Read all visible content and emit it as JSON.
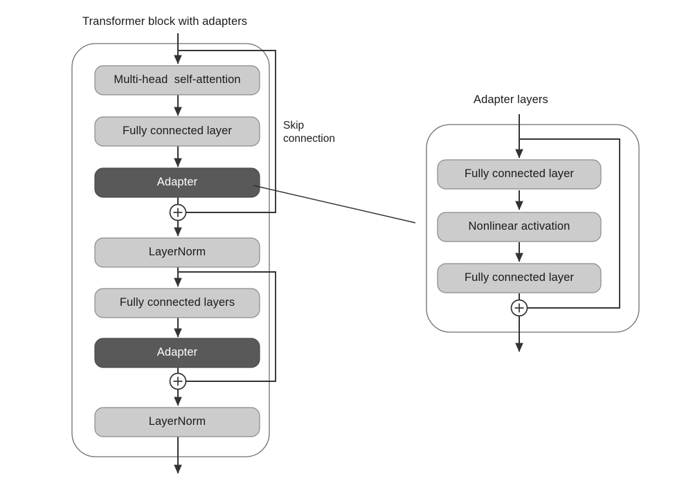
{
  "figure": {
    "type": "diagram",
    "title_left": "Transformer block with adapters",
    "title_right": "Adapter layers",
    "annotations": {
      "skip_connection_line1": "Skip",
      "skip_connection_line2": "connection"
    },
    "colors": {
      "light_block": "#cccccc",
      "dark_block": "#595959",
      "block_stroke": "#8a8a8a",
      "container_stroke": "#6e6e6e",
      "arrow": "#333333",
      "text_dark": "#1a1a1a",
      "text_light": "#ffffff",
      "background": "#ffffff"
    }
  },
  "transformer_block": {
    "caption": "Transformer block with adapters",
    "nodes": [
      {
        "id": "mhsa",
        "label": "Multi-head  self-attention",
        "style": "light"
      },
      {
        "id": "fc1",
        "label": "Fully connected layer",
        "style": "light"
      },
      {
        "id": "adapter1",
        "label": "Adapter",
        "style": "dark"
      },
      {
        "id": "add1",
        "label": "+",
        "style": "plus"
      },
      {
        "id": "ln1",
        "label": "LayerNorm",
        "style": "light"
      },
      {
        "id": "fc2",
        "label": "Fully connected layers",
        "style": "light"
      },
      {
        "id": "adapter2",
        "label": "Adapter",
        "style": "dark"
      },
      {
        "id": "add2",
        "label": "+",
        "style": "plus"
      },
      {
        "id": "ln2",
        "label": "LayerNorm",
        "style": "light"
      }
    ],
    "skip_connections": [
      {
        "from": "block-input",
        "to": "add1",
        "label": "Skip connection"
      },
      {
        "from": "ln1-output",
        "to": "add2",
        "label": ""
      }
    ]
  },
  "adapter_detail": {
    "caption": "Adapter layers",
    "nodes": [
      {
        "id": "a_fc1",
        "label": "Fully connected layer",
        "style": "light"
      },
      {
        "id": "a_act",
        "label": "Nonlinear activation",
        "style": "light"
      },
      {
        "id": "a_fc2",
        "label": "Fully connected layer",
        "style": "light"
      },
      {
        "id": "a_add",
        "label": "+",
        "style": "plus"
      }
    ],
    "skip_connections": [
      {
        "from": "adapter-input",
        "to": "a_add",
        "label": ""
      }
    ]
  },
  "callout": {
    "from": "adapter1",
    "to": "adapter_detail_container",
    "description": "leader line from Adapter block to Adapter layers detail"
  }
}
